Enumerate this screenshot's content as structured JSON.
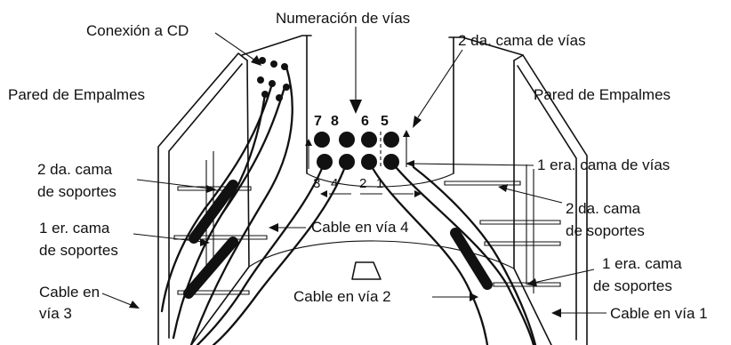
{
  "diagram": {
    "labels": {
      "conexion_cd": "Conexión a CD",
      "numeracion_vias": "Numeración de vías",
      "segunda_cama_vias": "2 da. cama de vías",
      "pared_izq": "Pared de Empalmes",
      "pared_der": "Pared de Empalmes",
      "segunda_cama_soportes_izq_1": "2 da. cama",
      "segunda_cama_soportes_izq_2": "de soportes",
      "primera_cama_vias": "1 era. cama de vías",
      "primer_cama_soportes_izq_1": "1 er. cama",
      "primer_cama_soportes_izq_2": "de soportes",
      "cable_via_4": "Cable en vía 4",
      "segunda_cama_soportes_der_1": "2 da. cama",
      "segunda_cama_soportes_der_2": "de soportes",
      "cable_via_3_1": "Cable en",
      "cable_via_3_2": "vía 3",
      "cable_via_2": "Cable en vía 2",
      "primera_cama_soportes_der_1": "1 era. cama",
      "primera_cama_soportes_der_2": "de soportes",
      "cable_via_1": "Cable en vía 1"
    },
    "duct_numbers": {
      "top": [
        "7",
        "8",
        "6",
        "5"
      ],
      "bottom": [
        "3",
        "4",
        "2",
        "1"
      ]
    }
  }
}
